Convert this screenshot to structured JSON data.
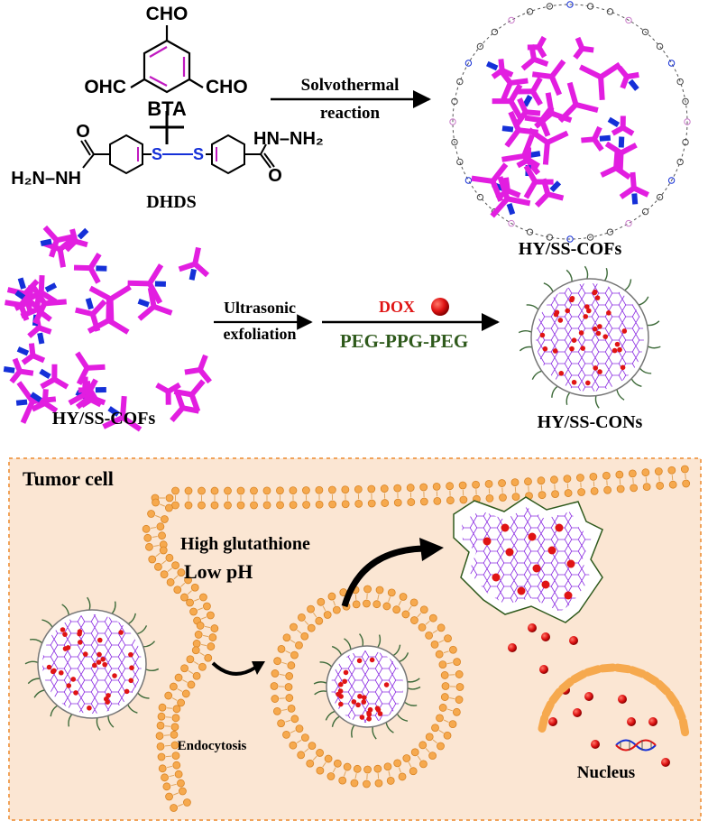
{
  "synthesis": {
    "aldehyde_top": "CHO",
    "aldehyde_left": "OHC",
    "aldehyde_right": "CHO",
    "bta_label": "BTA",
    "dhds_label": "DHDS",
    "hydrazide_right": "HN–NH₂",
    "hydrazide_left_top": "H₂N–NH",
    "carbonyl_o": "O",
    "disulfide_s": "S",
    "reaction_line1": "Solvothermal",
    "reaction_line2": "reaction",
    "product_label": "HY/SS-COFs"
  },
  "exfoliation": {
    "cof_label": "HY/SS-COFs",
    "step_line1": "Ultrasonic",
    "step_line2": "exfoliation",
    "dox_label": "DOX",
    "polymer_peg1": "PEG",
    "polymer_ppg": "-PPG-",
    "polymer_peg2": "PEG",
    "con_label": "HY/SS-CONs"
  },
  "cell": {
    "title": "Tumor cell",
    "condition1": "High glutathione",
    "condition2": "Low pH",
    "endocytosis": "Endocytosis",
    "nucleus": "Nucleus"
  },
  "colors": {
    "magenta": "#e21ee0",
    "blue": "#1530d8",
    "dox_red": "#e01414",
    "peg_green": "#2f5a1c",
    "cell_bg": "#fbe6d3",
    "cell_border": "#f1a35a",
    "lipid_head": "#f6a94e",
    "lipid_head_dark": "#d98424",
    "lattice_purple": "#8a2be2",
    "corona_green": "#3e6b3a"
  }
}
